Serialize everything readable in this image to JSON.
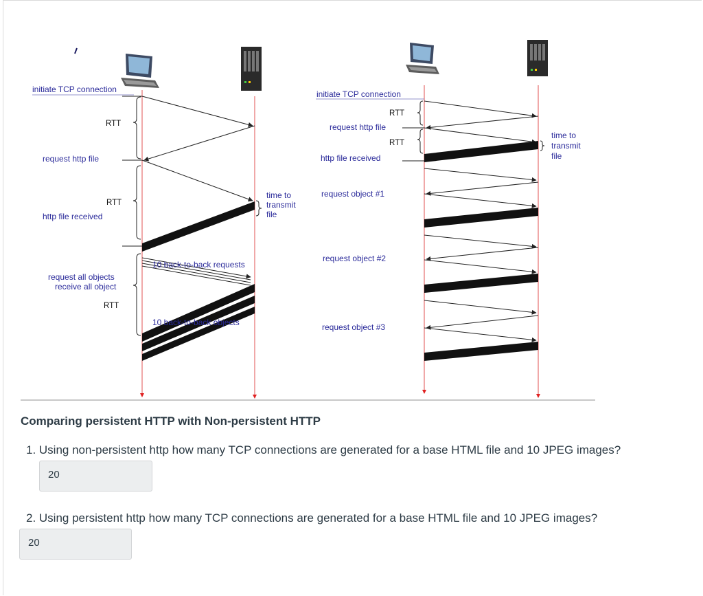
{
  "left_diagram": {
    "initiate": "initiate TCP connection",
    "rtt1": "RTT",
    "request_file": "request http file",
    "rtt2": "RTT",
    "file_received": "http file received",
    "time_to": "time to",
    "transmit": "transmit",
    "file": "file",
    "req_all_1": "request all objects",
    "req_all_2": "receive all object",
    "rtt3": "RTT",
    "b2b_requests": "10 back-to-back requests",
    "b2b_objects": "10 back-to-back objects"
  },
  "right_diagram": {
    "initiate": "initiate TCP connection",
    "rtt1": "RTT",
    "request_file": "request http file",
    "rtt2": "RTT",
    "file_received": "http file received",
    "time_to": "time to",
    "transmit": "transmit",
    "file": "file",
    "obj1": "request object #1",
    "obj2": "request object #2",
    "obj3": "request object #3"
  },
  "colors": {
    "timeline": "#e05252",
    "label": "#2a2a9a",
    "text": "#2d3b45"
  },
  "section_title": "Comparing persistent HTTP with Non-persistent HTTP",
  "questions": [
    {
      "text": "1. Using non-persistent http how many TCP connections are generated for a base HTML file and 10 JPEG images?",
      "answer": "20"
    },
    {
      "text": "2. Using persistent http how many TCP connections are generated for a base HTML file and 10 JPEG images?",
      "answer": "20"
    }
  ]
}
